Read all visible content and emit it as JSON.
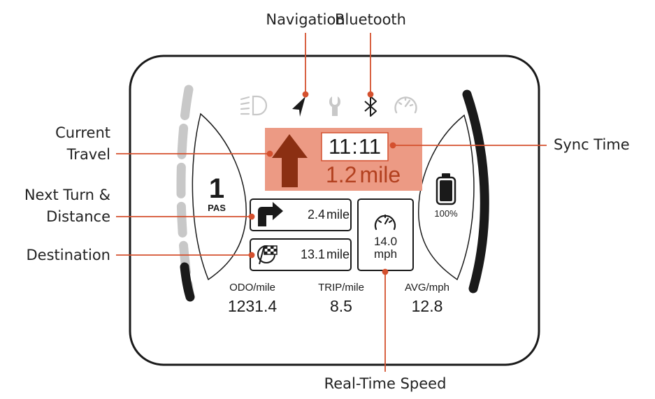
{
  "colors": {
    "accent": "#d4502e",
    "highlight_box": "#ec9a84",
    "arrow_dark": "#8b2f12",
    "distance_text": "#b2401f",
    "muted_icon": "#c8c8c8",
    "frame": "#1a1a1a"
  },
  "callouts": {
    "navigation": "Navigation",
    "bluetooth": "Bluetooth",
    "current_travel_line1": "Current",
    "current_travel_line2": "Travel",
    "next_turn_line1": "Next Turn &",
    "next_turn_line2": "Distance",
    "destination": "Destination",
    "sync_time": "Sync Time",
    "real_time_speed": "Real-Time Speed"
  },
  "status_icons": [
    "headlight-icon",
    "navigation-icon",
    "wrench-icon",
    "bluetooth-icon",
    "speedometer-icon"
  ],
  "display": {
    "pas_level": "1",
    "pas_label": "PAS",
    "time_hours": "11",
    "time_sep": ":",
    "time_minutes": "11",
    "current_distance_value": "1.2",
    "current_distance_unit": "mile",
    "next_turn_value": "2.4",
    "next_turn_unit": "mile",
    "destination_value": "13.1",
    "destination_unit": "mile",
    "speed_value": "14.0",
    "speed_unit": "mph",
    "battery_percent": "100%",
    "battery_level": 1.0,
    "stats": [
      {
        "label": "ODO/mile",
        "value": "1231.4"
      },
      {
        "label": "TRIP/mile",
        "value": "8.5"
      },
      {
        "label": "AVG/mph",
        "value": "12.8"
      }
    ]
  }
}
